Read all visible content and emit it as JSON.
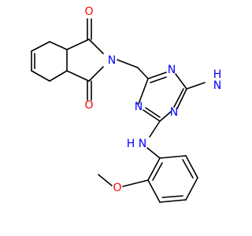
{
  "colors": {
    "bond": "#000000",
    "oxygen": "#ff0000",
    "nitrogen": "#0000ff",
    "background": "#ffffff"
  },
  "atoms": {
    "o_top": "O",
    "o_bottom": "O",
    "n_imide": "N",
    "n_triazine_1": "N",
    "n_triazine_2": "N",
    "n_triazine_3": "N",
    "nh2_h": "H",
    "nh2_n": "N",
    "nh_h": "H",
    "nh_n": "N",
    "o_methoxy": "O"
  }
}
